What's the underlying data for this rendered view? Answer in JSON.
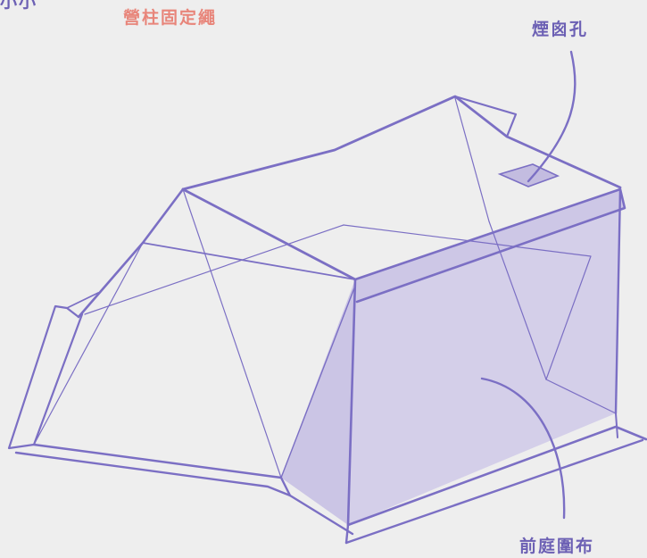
{
  "labels": {
    "cut_off_top": "小小",
    "guy_ropes": "營柱固定繩",
    "chimney_hole": "煙囪孔",
    "vestibule_panel": "前庭圍布"
  },
  "colors": {
    "background": "#eeeeee",
    "line": "#7b6fc4",
    "fill": "#d4cfe9",
    "guy_label": "#e8857a",
    "callout_label": "#6c60b4"
  }
}
